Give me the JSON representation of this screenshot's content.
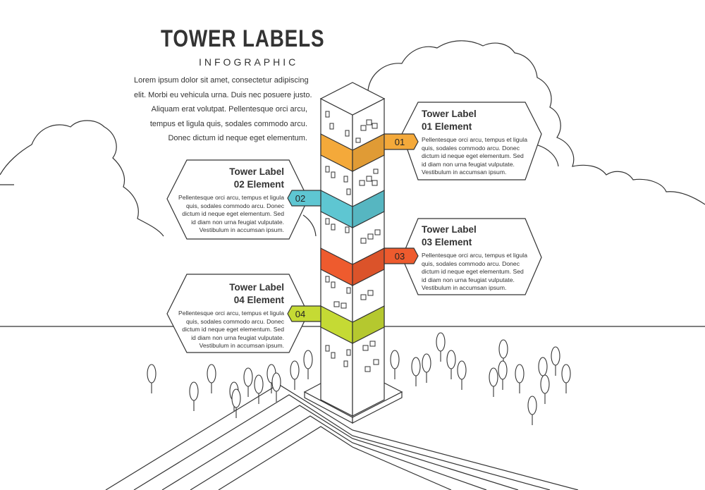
{
  "header": {
    "title": "TOWER LABELS",
    "subtitle": "INFOGRAPHIC",
    "intro_lines": [
      "Lorem ipsum dolor sit amet, consectetur adipiscing",
      "elit. Morbi eu vehicula urna. Duis nec posuere justo.",
      "Aliquam erat volutpat. Pellentesque orci arcu,",
      "tempus et ligula quis, sodales commodo arcu.",
      "Donec dictum id neque eget elementum."
    ]
  },
  "labels": [
    {
      "number": "01",
      "title_line1": "Tower Label",
      "title_line2": "01 Element",
      "color": "#F4A93A",
      "body_lines": [
        "Pellentesque orci arcu, tempus et ligula",
        "quis, sodales commodo arcu. Donec",
        "dictum id neque eget elementum. Sed",
        "id diam non urna feugiat vulputate.",
        "Vestibulum in accumsan ipsum."
      ]
    },
    {
      "number": "02",
      "title_line1": "Tower Label",
      "title_line2": "02 Element",
      "color": "#5EC6D2",
      "body_lines": [
        "Pellentesque orci arcu, tempus et ligula",
        "quis, sodales commodo arcu. Donec",
        "dictum id neque eget elementum. Sed",
        "id diam non urna feugiat vulputate.",
        "Vestibulum in accumsan ipsum."
      ]
    },
    {
      "number": "03",
      "title_line1": "Tower Label",
      "title_line2": "03 Element",
      "color": "#EE5B2E",
      "body_lines": [
        "Pellentesque orci arcu, tempus et ligula",
        "quis, sodales commodo arcu. Donec",
        "dictum id neque eget elementum. Sed",
        "id diam non urna feugiat vulputate.",
        "Vestibulum in accumsan ipsum."
      ]
    },
    {
      "number": "04",
      "title_line1": "Tower Label",
      "title_line2": "04 Element",
      "color": "#C5DA34",
      "body_lines": [
        "Pellentesque orci arcu, tempus et ligula",
        "quis, sodales commodo arcu. Donec",
        "dictum id neque eget elementum. Sed",
        "id diam non urna feugiat vulputate.",
        "Vestibulum in accumsan ipsum."
      ]
    }
  ],
  "colors": {
    "line": "#333333",
    "text": "#333333",
    "background": "#FFFFFF"
  }
}
